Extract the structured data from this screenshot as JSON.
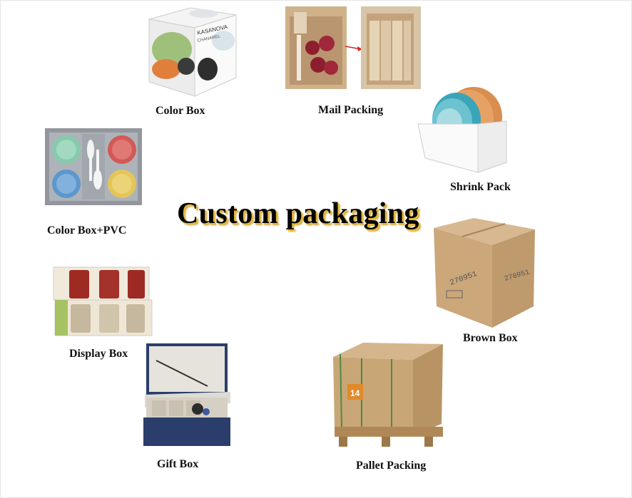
{
  "headline": "Custom packaging",
  "items": {
    "color_box": {
      "caption": "Color Box",
      "brand": "KASANOVA",
      "subbrand": "CHANAREL"
    },
    "mail_packing": {
      "caption": "Mail Packing"
    },
    "shrink_pack": {
      "caption": "Shrink Pack"
    },
    "color_box_pvc": {
      "caption": "Color Box+PVC"
    },
    "brown_box": {
      "caption": "Brown Box",
      "code": "270951"
    },
    "display_box": {
      "caption": "Display Box"
    },
    "gift_box": {
      "caption": "Gift Box"
    },
    "pallet_packing": {
      "caption": "Pallet Packing",
      "label_no": "14"
    }
  },
  "colors": {
    "headline_glow": "#e7b73c",
    "cardboard": "#c8a57a",
    "gift_box_blue": "#2b3e6b"
  }
}
